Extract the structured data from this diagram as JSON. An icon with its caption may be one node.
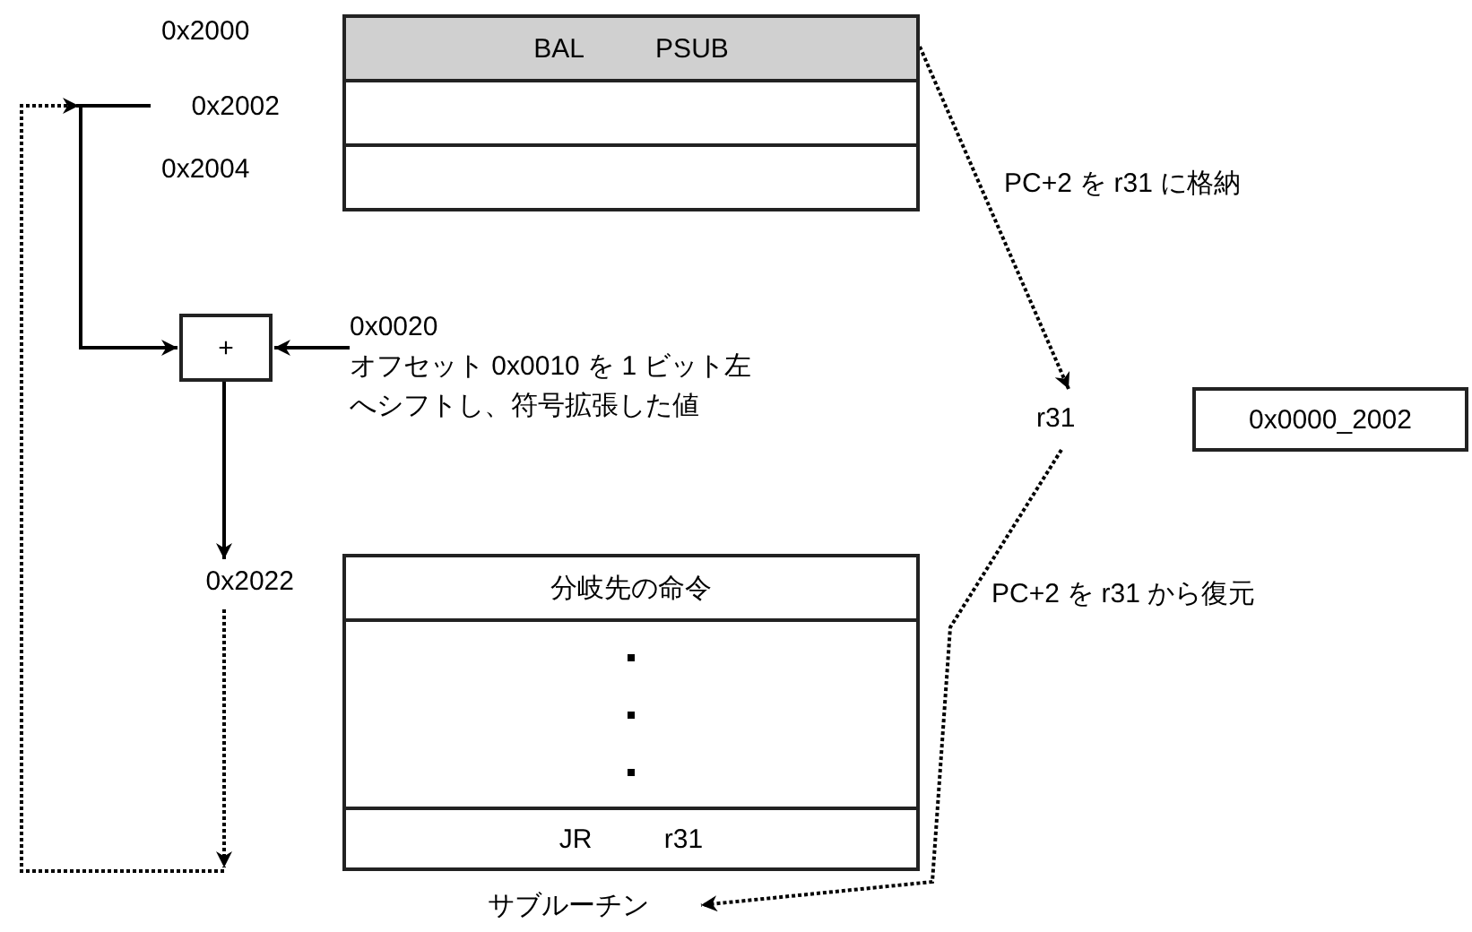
{
  "diagram": {
    "nodes": [
      {
        "text": [
          "BAL PSUB"
        ]
      },
      {
        "text": [],
        "shape": "box"
      },
      {
        "text": [],
        "shape": "box"
      },
      {
        "text": [
          "0x2002"
        ]
      },
      {
        "text": [
          "+"
        ]
      },
      {
        "text": [
          "0x0020",
          "オフセット 0x0010 を 1 ビット左へシフトし、符号拡張した値"
        ]
      },
      {
        "text": [
          "r31"
        ]
      },
      {
        "text": [
          "0x0000_2002"
        ]
      },
      {
        "text": [
          "0x2022"
        ]
      },
      {
        "text": [
          "分岐先の命令"
        ]
      },
      {
        "text": [],
        "shape": "box"
      },
      {
        "text": [
          "JR r31"
        ]
      },
      {
        "text": [
          "サブルーチン"
        ]
      }
    ],
    "edges": [
      {
        "from": 3,
        "to": 4,
        "arrow": "to"
      },
      {
        "from": 5,
        "to": 4,
        "arrow": "to"
      },
      {
        "from": 4,
        "to": 8,
        "arrow": "to"
      },
      {
        "from": 8,
        "to": null,
        "arrow": "to",
        "style": "dashed"
      },
      {
        "from": null,
        "to": 3,
        "arrow": "to",
        "style": "dashed"
      },
      {
        "from": 0,
        "to": 6,
        "arrow": "to",
        "style": "dashed",
        "label": "PC+2 を r31 に格納"
      },
      {
        "from": 6,
        "to": 12,
        "arrow": "to",
        "style": "dashed",
        "label": "PC+2 を r31 から復元"
      }
    ],
    "labels": [
      "0x2000",
      "0x2004"
    ]
  }
}
